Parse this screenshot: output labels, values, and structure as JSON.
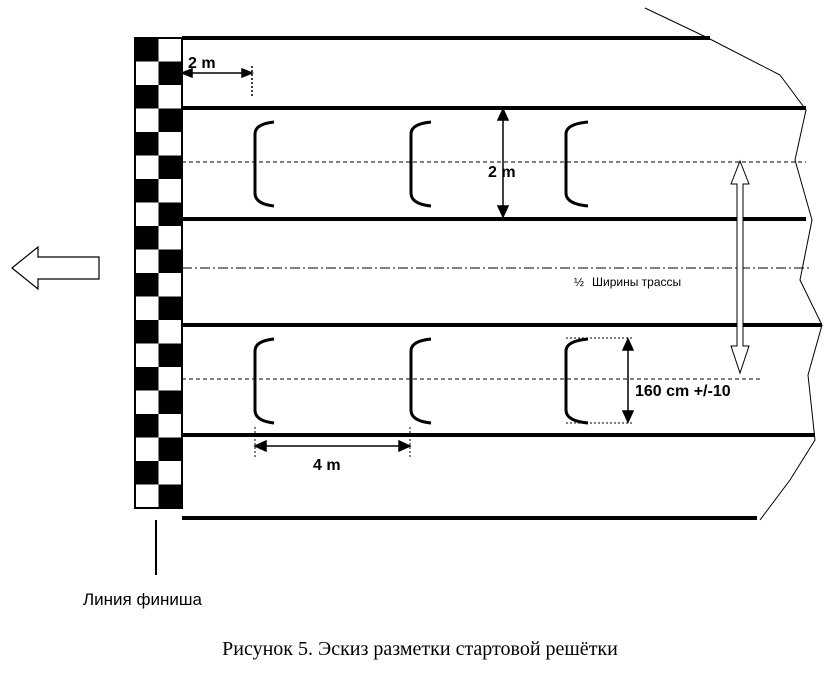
{
  "labels": {
    "gap_top": "2 m",
    "lane_width": "2 m",
    "half_width": "Ширины трассы",
    "half_symbol": "½",
    "box_length": "160 cm +/-10",
    "row_spacing": "4 m",
    "finish_line": "Линия финиша"
  },
  "caption": "Рисунок 5. Эскиз разметки стартовой решётки",
  "icons": {
    "direction": "arrow-left-icon"
  }
}
